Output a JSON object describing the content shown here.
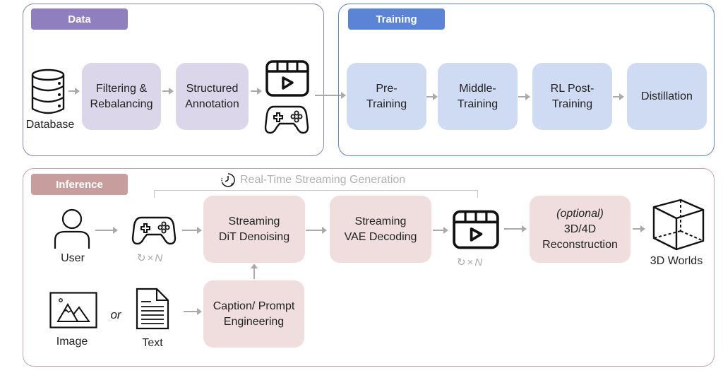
{
  "colors": {
    "data_panel_border": "#8a7fb8",
    "data_tag": "#8f7fbf",
    "data_box": "#dcd6ea",
    "training_panel_border": "#5b84d6",
    "training_tag": "#5b84d6",
    "training_box": "#cfdbf2",
    "inference_panel_border": "#c9a3a3",
    "inference_tag": "#c79d9d",
    "inference_box": "#f0dede",
    "arrow": "#aaaaaa",
    "muted_text": "#aaaaaa"
  },
  "data_section": {
    "tag": "Data",
    "database_label": "Database",
    "steps": [
      {
        "lines": [
          "Filtering &",
          "Rebalancing"
        ]
      },
      {
        "lines": [
          "Structured",
          "Annotation"
        ]
      }
    ],
    "outputs": [
      "video-icon",
      "gamepad-icon"
    ]
  },
  "training_section": {
    "tag": "Training",
    "steps": [
      {
        "lines": [
          "Pre-",
          "Training"
        ]
      },
      {
        "lines": [
          "Middle-",
          "Training"
        ]
      },
      {
        "lines": [
          "RL Post-",
          "Training"
        ]
      },
      {
        "lines": [
          "Distillation"
        ]
      }
    ]
  },
  "inference_section": {
    "tag": "Inference",
    "realtime_label": "Real-Time Streaming Generation",
    "user_label": "User",
    "image_label": "Image",
    "or_label": "or",
    "text_label": "Text",
    "loop_times": "×",
    "loop_n": "N",
    "steps": {
      "dit": [
        "Streaming",
        "DiT Denoising"
      ],
      "vae": [
        "Streaming",
        "VAE Decoding"
      ],
      "caption": [
        "Caption/ Prompt",
        "Engineering"
      ],
      "recon": [
        "(optional)",
        "3D/4D",
        "Reconstruction"
      ]
    },
    "worlds_label": "3D Worlds"
  }
}
